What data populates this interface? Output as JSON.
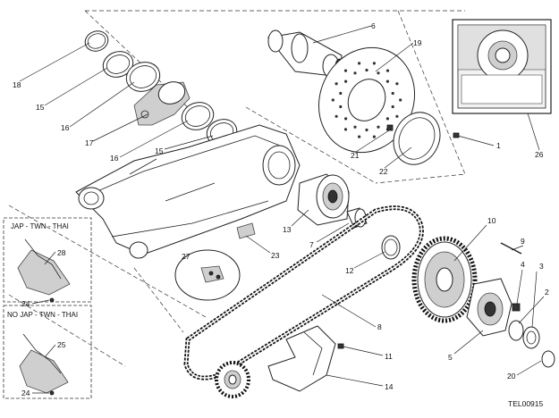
{
  "diagram": {
    "code": "TEL00915",
    "regions": {
      "top_box": "JAP - TWN - THAI",
      "bottom_box": "NO JAP - TWN - THAI"
    },
    "callouts": [
      {
        "id": "c18",
        "label": "18"
      },
      {
        "id": "c15a",
        "label": "15"
      },
      {
        "id": "c16a",
        "label": "16"
      },
      {
        "id": "c17",
        "label": "17"
      },
      {
        "id": "c16b",
        "label": "16"
      },
      {
        "id": "c15b",
        "label": "15"
      },
      {
        "id": "c6",
        "label": "6"
      },
      {
        "id": "c19",
        "label": "19"
      },
      {
        "id": "c21",
        "label": "21"
      },
      {
        "id": "c22",
        "label": "22"
      },
      {
        "id": "c1",
        "label": "1"
      },
      {
        "id": "c26",
        "label": "26"
      },
      {
        "id": "c13",
        "label": "13"
      },
      {
        "id": "c7",
        "label": "7"
      },
      {
        "id": "c23",
        "label": "23"
      },
      {
        "id": "c27",
        "label": "27"
      },
      {
        "id": "c12",
        "label": "12"
      },
      {
        "id": "c10",
        "label": "10"
      },
      {
        "id": "c9",
        "label": "9"
      },
      {
        "id": "c4",
        "label": "4"
      },
      {
        "id": "c3",
        "label": "3"
      },
      {
        "id": "c2",
        "label": "2"
      },
      {
        "id": "c5",
        "label": "5"
      },
      {
        "id": "c8",
        "label": "8"
      },
      {
        "id": "c11",
        "label": "11"
      },
      {
        "id": "c14",
        "label": "14"
      },
      {
        "id": "c20",
        "label": "20"
      },
      {
        "id": "c28",
        "label": "28"
      },
      {
        "id": "c24a",
        "label": "24"
      },
      {
        "id": "c25",
        "label": "25"
      },
      {
        "id": "c24b",
        "label": "24"
      }
    ]
  }
}
